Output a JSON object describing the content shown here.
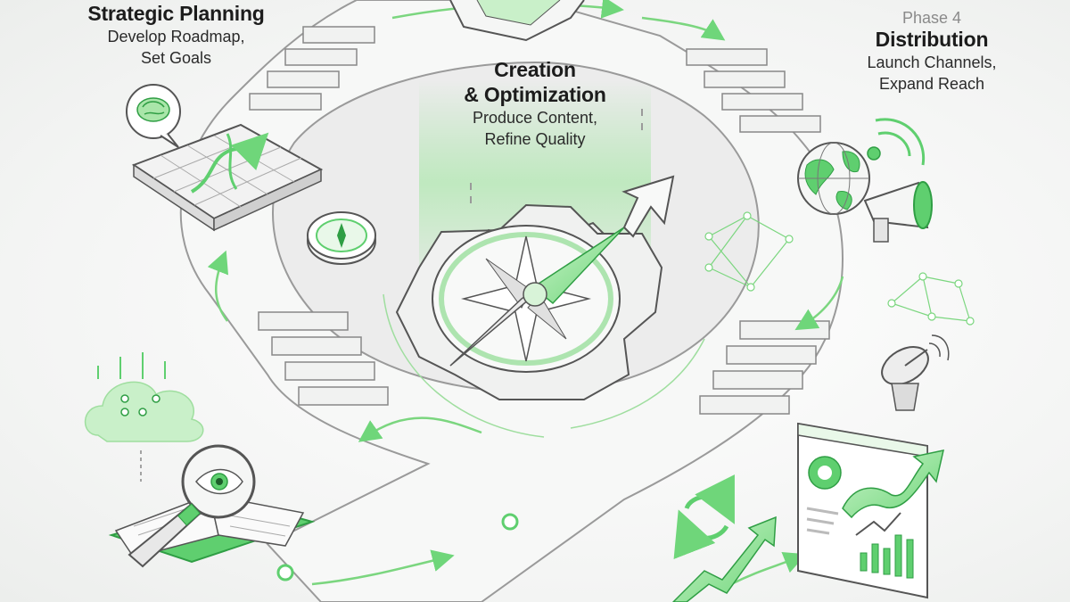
{
  "phases": {
    "strategic": {
      "title": "Strategic Planning",
      "line1": "Develop Roadmap,",
      "line2": "Set Goals"
    },
    "creation": {
      "title_line1": "Creation",
      "title_line2": "& Optimization",
      "line1": "Produce Content,",
      "line2": "Refine Quality"
    },
    "distribution": {
      "phase": "Phase 4",
      "title": "Distribution",
      "line1": "Launch Channels,",
      "line2": "Expand Reach"
    }
  },
  "colors": {
    "accent": "#5fcf6f",
    "accent_dark": "#2f9e44",
    "accent_light": "#c8f0c8",
    "structure": "#e8e9e8",
    "outline": "#555555"
  },
  "icons": [
    "brain-icon",
    "chessboard-icon",
    "compass-icon",
    "gear-compass-icon",
    "globe-icon",
    "megaphone-icon",
    "network-icon",
    "satellite-dish-icon",
    "cloud-icon",
    "magnifier-eye-icon",
    "book-icon",
    "refresh-icon",
    "dashboard-icon",
    "growth-arrow-icon"
  ]
}
